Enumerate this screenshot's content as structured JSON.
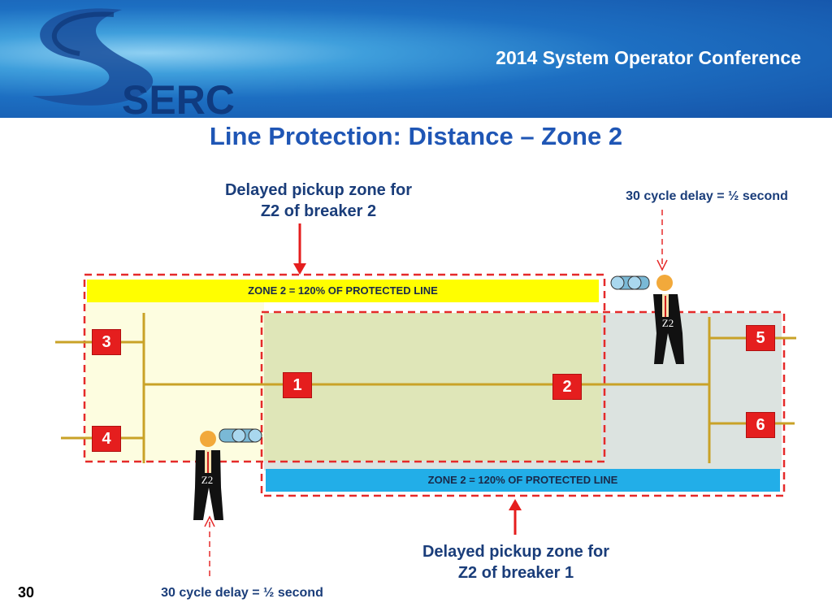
{
  "header": {
    "conference_title": "2014 System Operator Conference",
    "logo_text": "SERC"
  },
  "slide": {
    "title": "Line Protection: Distance – Zone 2",
    "number": "30"
  },
  "labels": {
    "top_center": [
      "Delayed pickup zone for",
      "Z2 of breaker 2"
    ],
    "top_right": "30 cycle delay = ½ second",
    "bottom_center": [
      "Delayed pickup zone for",
      "Z2 of breaker 1"
    ],
    "bottom_left": "30 cycle delay = ½ second"
  },
  "zones": {
    "zone_top_label": "ZONE 2 = 120% OF PROTECTED LINE",
    "zone_bottom_label": "ZONE 2 = 120% OF PROTECTED LINE"
  },
  "breakers": [
    "1",
    "2",
    "3",
    "4",
    "5",
    "6"
  ],
  "observers": {
    "right_tag": "Z2",
    "left_tag": "Z2"
  },
  "colors": {
    "header_blue": "#1d6fc2",
    "title_blue": "#1f56b5",
    "breaker_red": "#e51e1e",
    "dash_red": "#e52a2a",
    "zone_yellow": "#fffe00",
    "zone_blue": "#22aee8",
    "bus_gold": "#c9a227"
  }
}
